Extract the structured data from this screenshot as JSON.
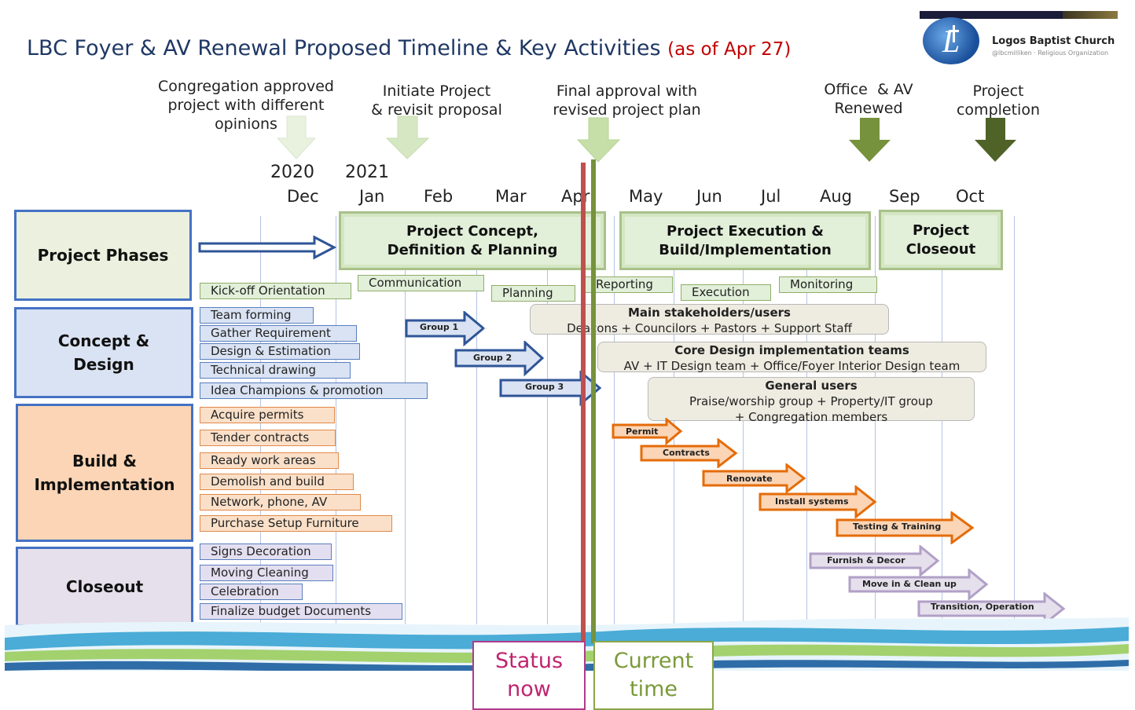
{
  "title": {
    "main": "LBC Foyer & AV Renewal Proposed Timeline & Key Activities",
    "asof": "(as of Apr 27)"
  },
  "logo": {
    "name": "Logos Baptist Church",
    "sub": "@lbcmilliken · Religious Organization"
  },
  "milestones": [
    "Congregation approved\nproject with different\nopinions",
    "Initiate Project\n& revisit proposal",
    "Final approval with\nrevised project plan",
    "Office  & AV\nRenewed",
    "Project\ncompletion"
  ],
  "years": [
    "2020",
    "2021"
  ],
  "months": [
    "Dec",
    "Jan",
    "Feb",
    "Mar",
    "Apr",
    "May",
    "Jun",
    "Jul",
    "Aug",
    "Sep",
    "Oct"
  ],
  "phases": [
    "Project Phases",
    "Concept &\nDesign",
    "Build &\nImplementation",
    "Closeout"
  ],
  "phase_headers": [
    "Project Concept,\nDefinition & Planning",
    "Project Execution &\nBuild/Implementation",
    "Project\nCloseout"
  ],
  "stage_labels": [
    "Kick-off Orientation",
    "Communication",
    "Planning",
    "Reporting",
    "Execution",
    "Monitoring"
  ],
  "concept_items": [
    "Team forming",
    "Gather Requirement",
    "Design & Estimation",
    "Technical drawing",
    "Idea Champions & promotion"
  ],
  "build_items": [
    "Acquire permits",
    "Tender contracts",
    "Ready work areas",
    "Demolish and build",
    "Network, phone, AV",
    "Purchase Setup Furniture"
  ],
  "closeout_items": [
    "Signs Decoration",
    "Moving Cleaning",
    "Celebration",
    "Finalize budget Documents"
  ],
  "groups": [
    {
      "label": "Group 1",
      "title": "Main stakeholders/users",
      "desc": "Deacons + Councilors + Pastors + Support Staff"
    },
    {
      "label": "Group 2",
      "title": "Core Design implementation teams",
      "desc": "AV + IT Design team + Office/Foyer Interior Design team"
    },
    {
      "label": "Group 3",
      "title": "General users",
      "desc": "Praise/worship group + Property/IT group\n+ Congregation members"
    }
  ],
  "build_arrows": [
    "Permit",
    "Contracts",
    "Renovate",
    "Install systems",
    "Testing & Training"
  ],
  "closeout_arrows": [
    "Furnish & Decor",
    "Move in & Clean up",
    "Transition, Operation"
  ],
  "markers": {
    "status": "Status\nnow",
    "current": "Current\ntime"
  },
  "colors": {
    "title": "#1f3864",
    "asof": "#c00000",
    "status_line": "#c0504d",
    "current_line": "#76923c",
    "phase_border": "#4472c4",
    "concept": "#dae3f3",
    "build": "#fbd5b5",
    "closeout": "#e5e0ec",
    "phase_label": "#ebf1de"
  }
}
